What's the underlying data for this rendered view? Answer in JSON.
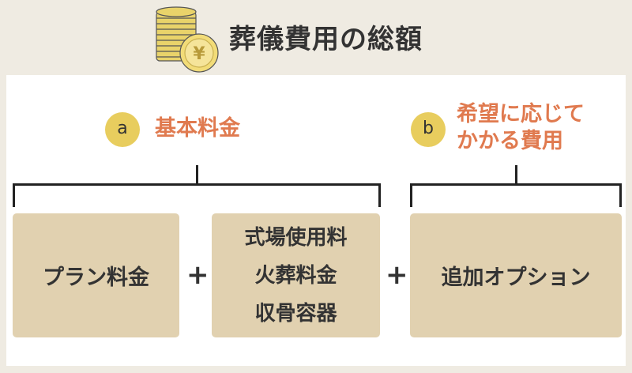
{
  "title": "葬儀費用の総額",
  "group_a": {
    "badge": "a",
    "label": "基本料金"
  },
  "group_b": {
    "badge": "b",
    "label_line1": "希望に応じて",
    "label_line2": "かかる費用"
  },
  "boxes": {
    "plan": "プラン料金",
    "facility": [
      "式場使用料",
      "火葬料金",
      "収骨容器"
    ],
    "option": "追加オプション"
  },
  "plus": "+",
  "colors": {
    "accent": "#e07a4f",
    "box": "#e1d1b0",
    "badge": "#e8cd5e",
    "background": "#efebe2"
  }
}
